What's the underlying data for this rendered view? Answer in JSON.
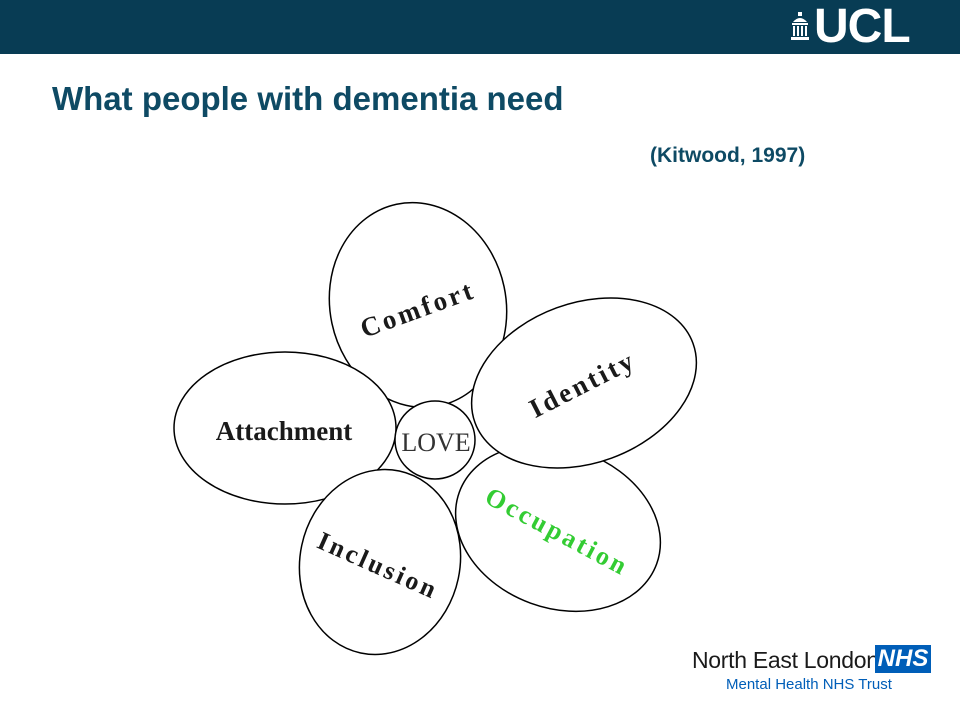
{
  "header": {
    "brand_color": "#083c54",
    "logo_text": "UCL",
    "logo_icon": "ucl-portico-icon"
  },
  "slide": {
    "title": "What people with dementia need",
    "citation": "(Kitwood, 1997)",
    "title_color": "#0e4a64"
  },
  "diagram": {
    "center": {
      "label": "LOVE"
    },
    "petals": [
      {
        "label": "Comfort",
        "color": "#1a1a1a"
      },
      {
        "label": "Identity",
        "color": "#1a1a1a"
      },
      {
        "label": "Attachment",
        "color": "#1a1a1a"
      },
      {
        "label": "Occupation",
        "color": "#33cc33"
      },
      {
        "label": "Inclusion",
        "color": "#1a1a1a"
      }
    ]
  },
  "footer": {
    "org_name": "North East London",
    "nhs_badge": "NHS",
    "trust_name": "Mental Health NHS Trust",
    "nhs_color": "#005eb8"
  }
}
